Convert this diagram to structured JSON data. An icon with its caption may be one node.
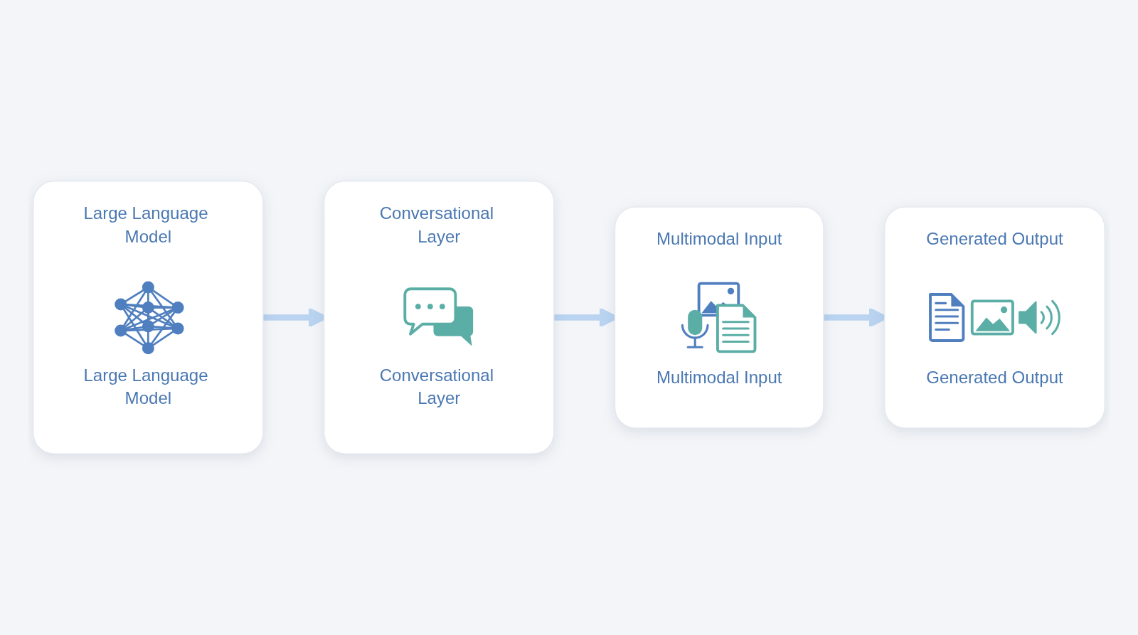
{
  "diagram": {
    "nodes": [
      {
        "text": [
          "Large Language Model",
          "Large Language Model"
        ]
      },
      {
        "text": [
          "Conversational Layer",
          "Conversational Layer"
        ]
      },
      {
        "text": [
          "Multimodal Input",
          "Multimodal Input"
        ]
      },
      {
        "text": [
          "Generated Output",
          "Generated Output"
        ]
      }
    ],
    "edges": [
      {
        "from": 0,
        "to": 1,
        "arrow": "to"
      },
      {
        "from": 1,
        "to": 2,
        "arrow": "to"
      },
      {
        "from": 2,
        "to": 3,
        "arrow": "to"
      }
    ]
  }
}
